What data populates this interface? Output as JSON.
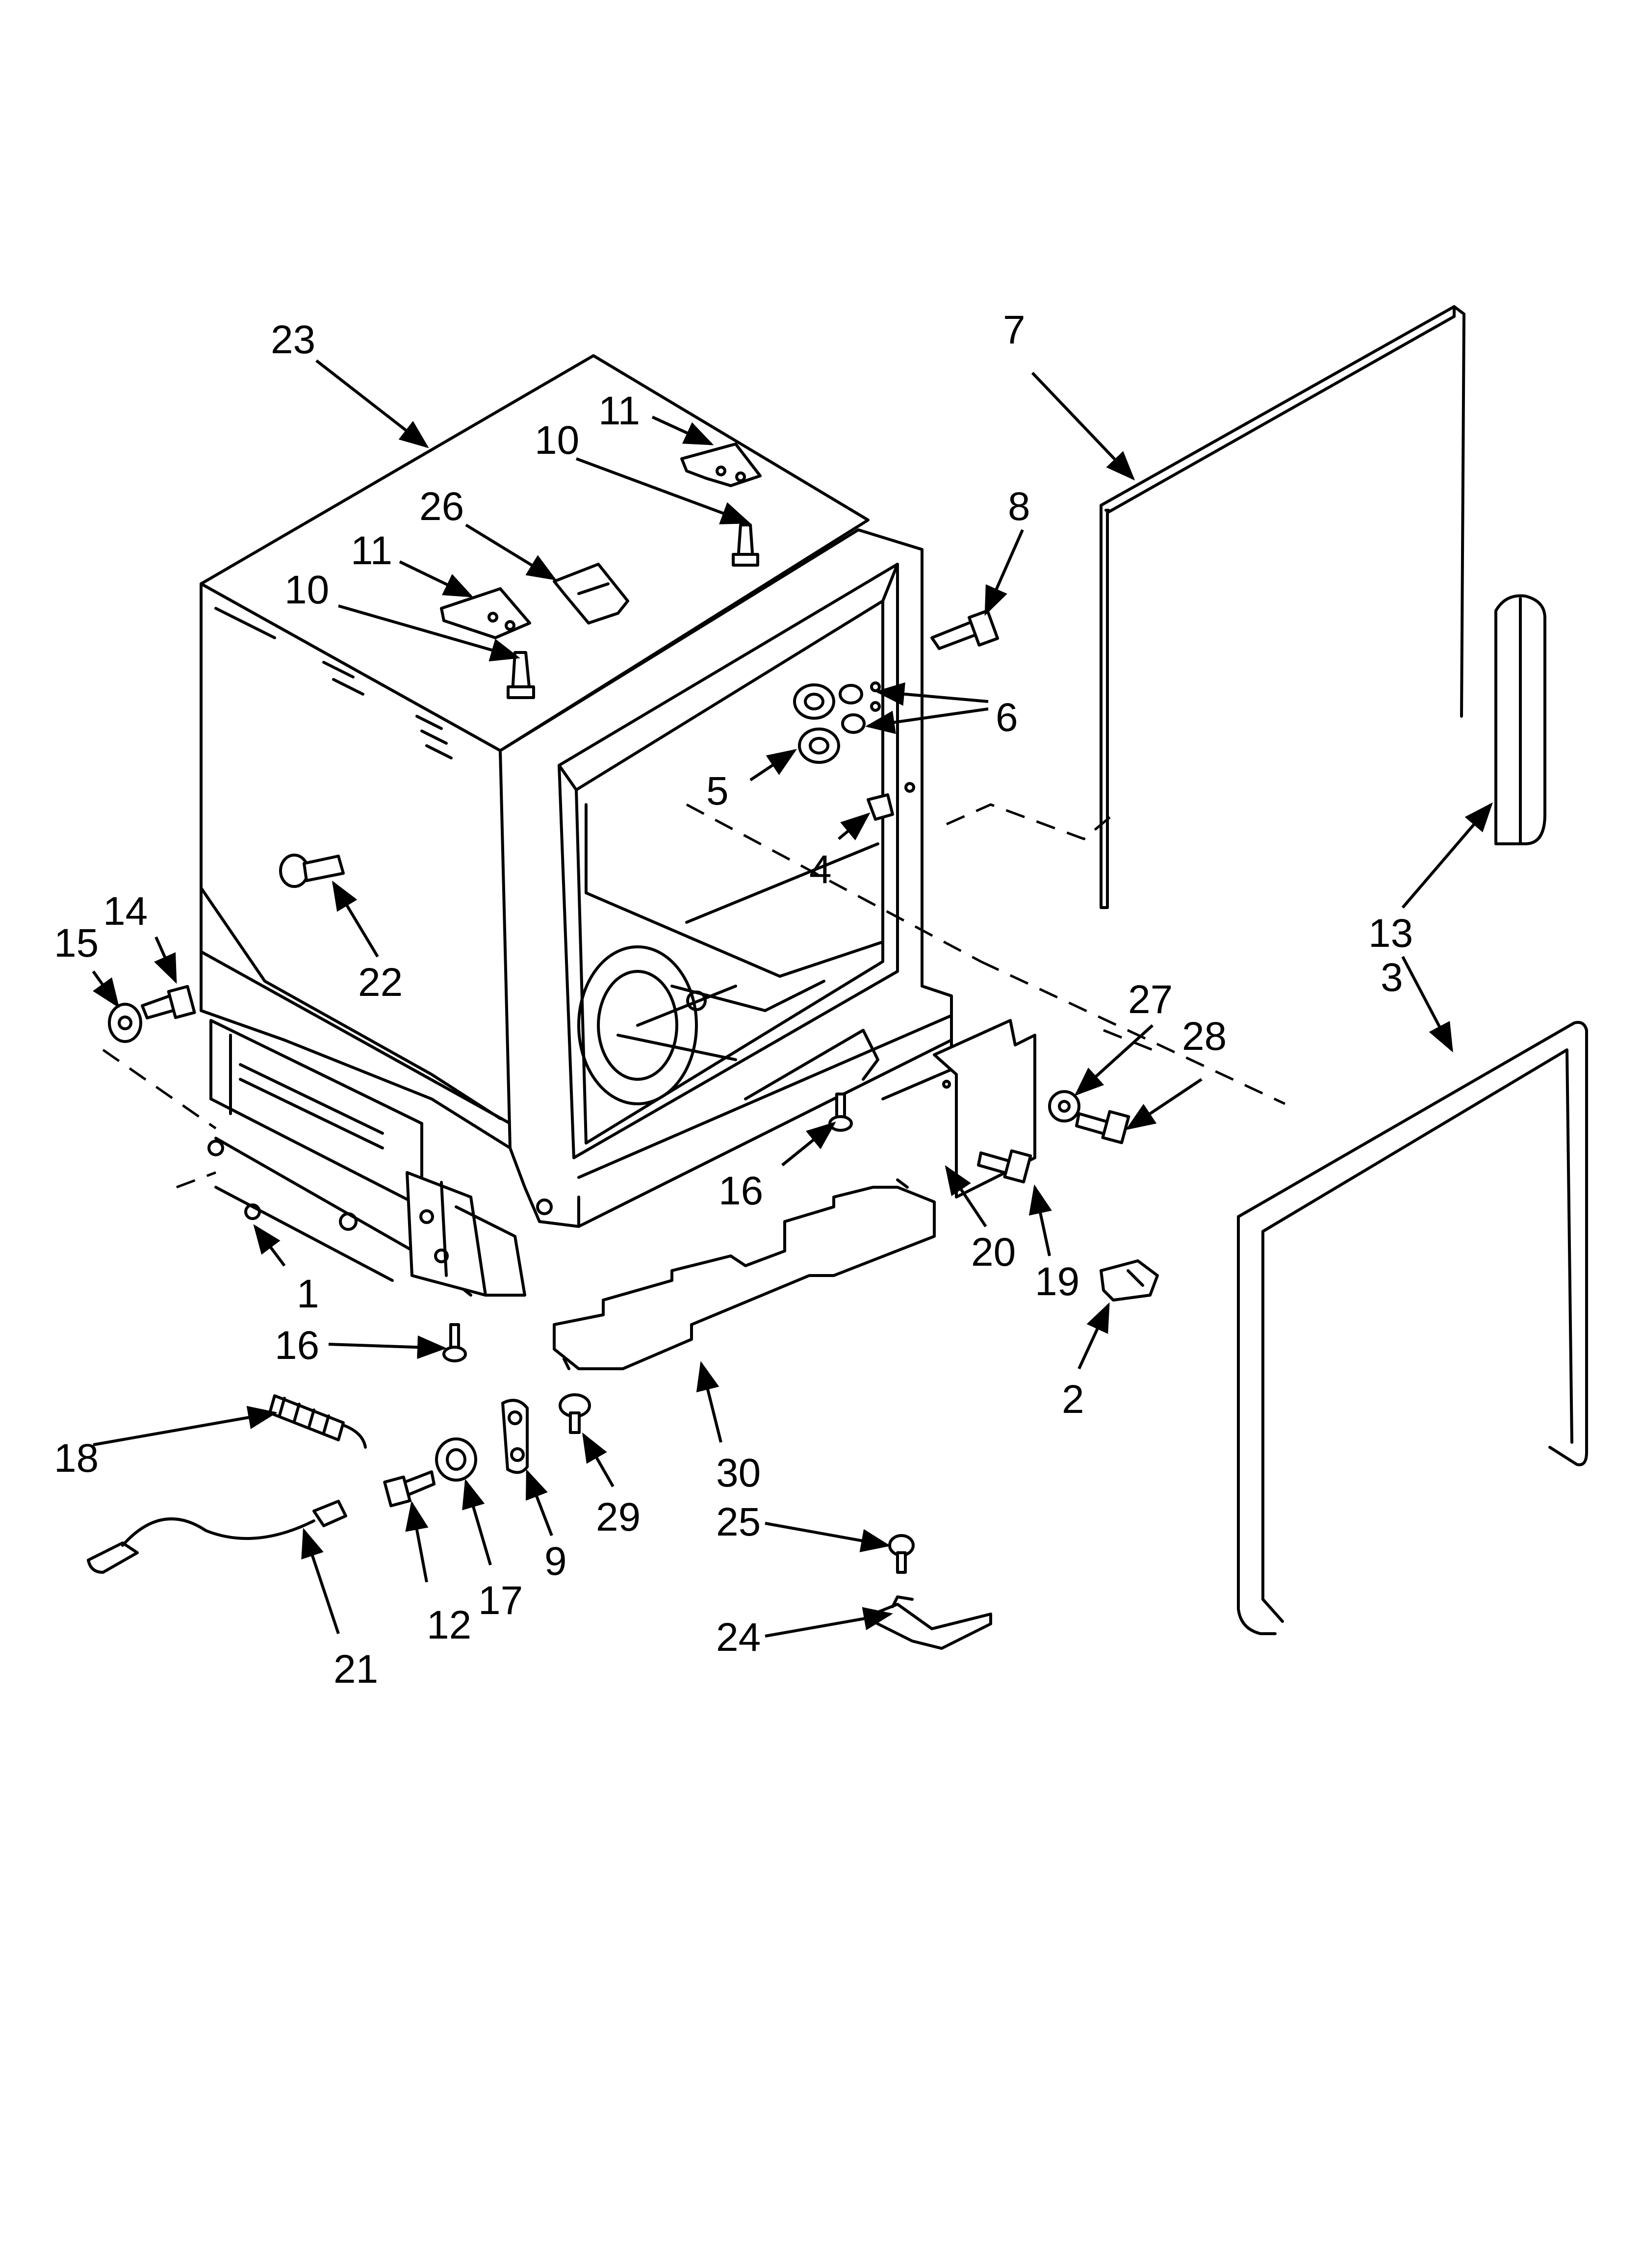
{
  "callouts": {
    "c1": "1",
    "c2": "2",
    "c3": "3",
    "c4": "4",
    "c5": "5",
    "c6": "6",
    "c7": "7",
    "c8": "8",
    "c9": "9",
    "c10a": "10",
    "c10b": "10",
    "c11a": "11",
    "c11b": "11",
    "c12": "12",
    "c13": "13",
    "c14": "14",
    "c15": "15",
    "c16a": "16",
    "c16b": "16",
    "c17": "17",
    "c18": "18",
    "c19": "19",
    "c20": "20",
    "c21": "21",
    "c22": "22",
    "c23": "23",
    "c24": "24",
    "c25": "25",
    "c26": "26",
    "c27": "27",
    "c28": "28",
    "c29": "29",
    "c30": "30"
  }
}
